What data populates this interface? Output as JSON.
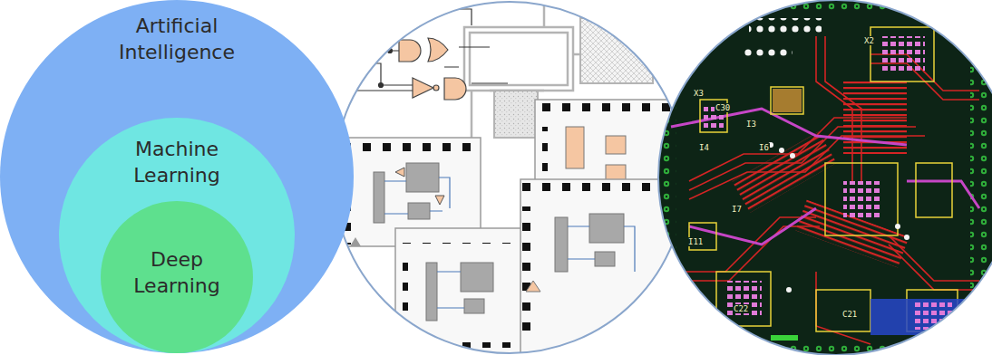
{
  "diagram": {
    "nodes": [
      {
        "text": [
          "Artificial Intelligence"
        ]
      },
      {
        "text": [
          "Machine Learning"
        ],
        "in": 0
      },
      {
        "text": [
          "Deep Learning"
        ],
        "in": 1
      }
    ],
    "labels": [
      "X2",
      "X3",
      "C30",
      "I3",
      "I4",
      "I6",
      "I7",
      "I11",
      "C22",
      "C21"
    ]
  }
}
